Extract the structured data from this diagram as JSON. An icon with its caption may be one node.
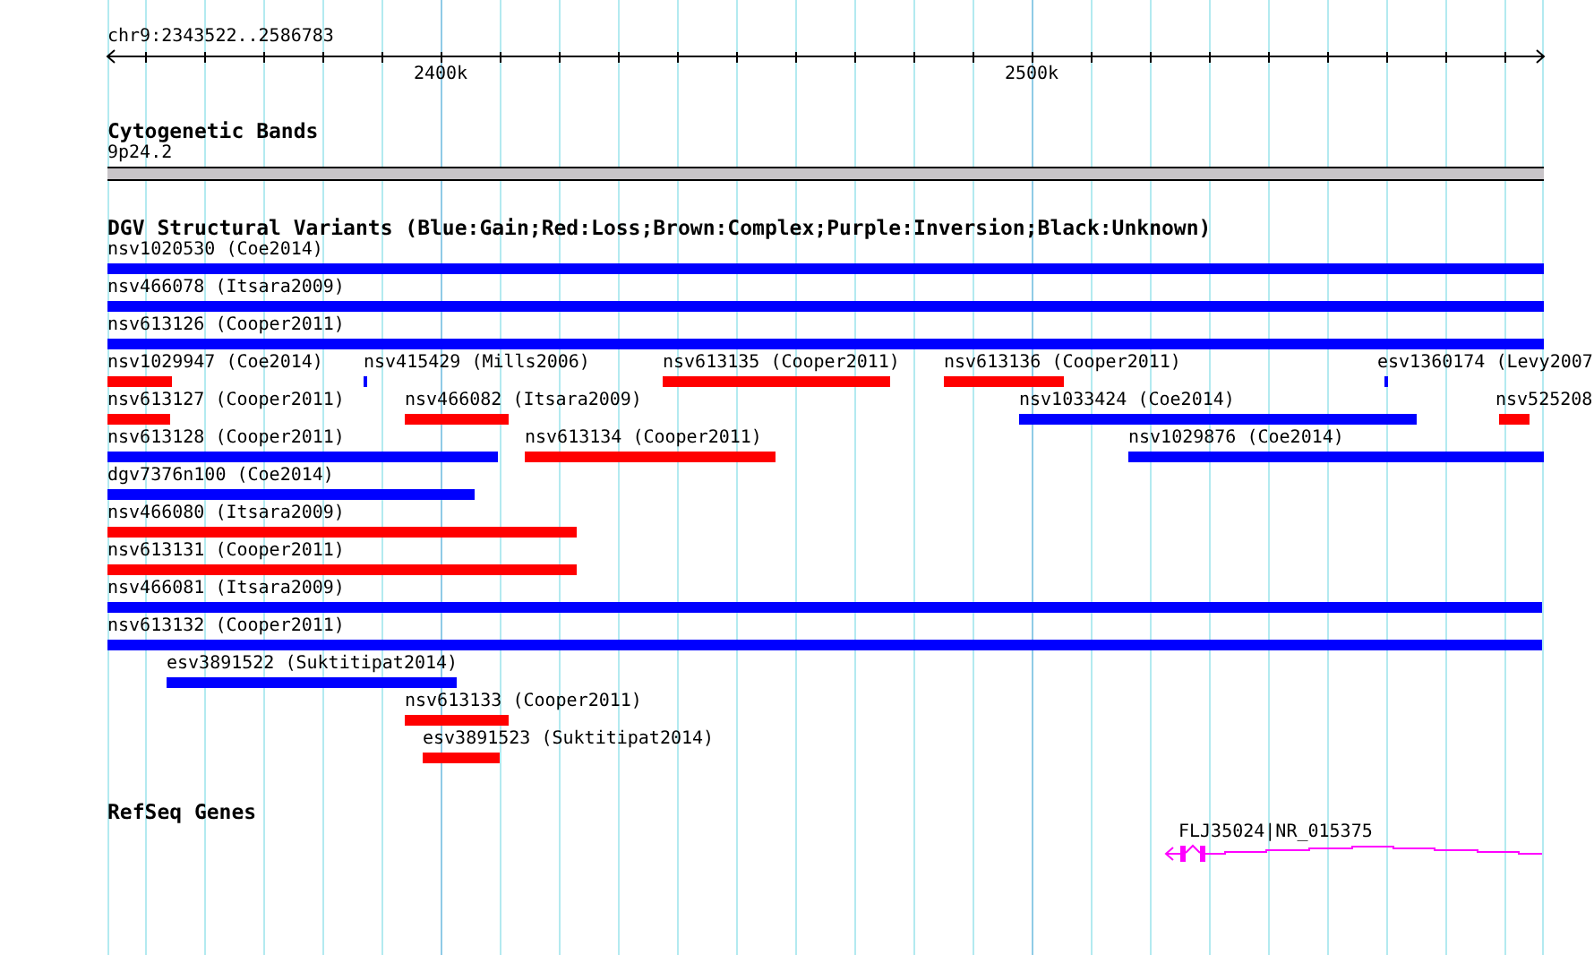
{
  "diagram": {
    "nodes": [
      {
        "text": [
          "9p24.2"
        ]
      },
      {
        "text": [
          "nsv1020530 (Coe2014)"
        ]
      },
      {
        "text": [
          "nsv466078 (Itsara2009)"
        ]
      },
      {
        "text": [
          "nsv613126 (Cooper2011)"
        ]
      },
      {
        "text": [
          "nsv1029947 (Coe2014)"
        ]
      },
      {
        "text": [
          "nsv415429 (Mills2006)"
        ]
      },
      {
        "text": [
          "nsv613135 (Cooper2011)"
        ]
      },
      {
        "text": [
          "nsv613136 (Cooper2011)"
        ]
      },
      {
        "text": [
          "esv1360174 (Levy2007"
        ]
      },
      {
        "text": [
          "nsv613127 (Cooper2011)"
        ]
      },
      {
        "text": [
          "nsv466082 (Itsara2009)"
        ]
      },
      {
        "text": [
          "nsv1033424 (Coe2014)"
        ]
      },
      {
        "text": [
          "nsv525208"
        ]
      },
      {
        "text": [
          "nsv613128 (Cooper2011)"
        ]
      },
      {
        "text": [
          "nsv613134 (Cooper2011)"
        ]
      },
      {
        "text": [
          "nsv1029876 (Coe2014)"
        ]
      },
      {
        "text": [
          "dgv7376n100 (Coe2014)"
        ]
      },
      {
        "text": [
          "nsv466080 (Itsara2009)"
        ]
      },
      {
        "text": [
          "nsv613131 (Cooper2011)"
        ]
      },
      {
        "text": [
          "nsv466081 (Itsara2009)"
        ]
      },
      {
        "text": [
          "nsv613132 (Cooper2011)"
        ]
      },
      {
        "text": [
          "esv3891522 (Suktitipat2014)"
        ]
      },
      {
        "text": [
          "nsv613133 (Cooper2011)"
        ]
      },
      {
        "text": [
          "esv3891523 (Suktitipat2014)"
        ]
      },
      {
        "text": [
          "FLJ35024|NR_015375"
        ]
      }
    ],
    "labels": [
      "chr9:2343522..2586783",
      "2400k",
      "2500k",
      "Cytogenetic Bands",
      "DGV Structural Variants (Blue:Gain;Red:Loss;Brown:Complex;Purple:Inversion;Black:Unknown)",
      "RefSeq Genes"
    ]
  }
}
